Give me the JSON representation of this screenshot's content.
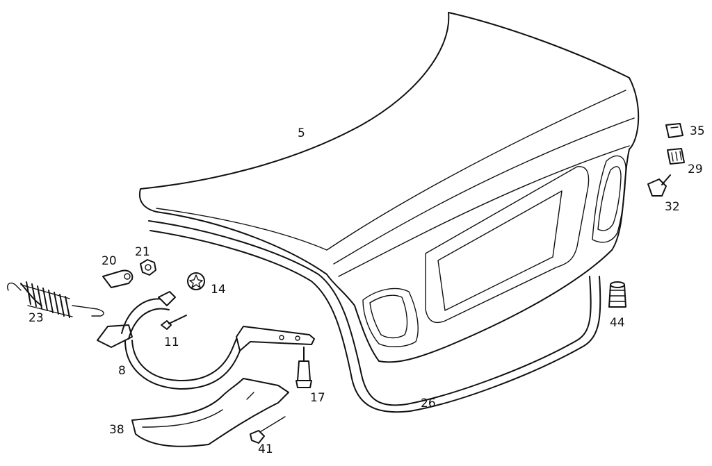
{
  "diagram": {
    "labels": {
      "trunk_lid": "5",
      "hinge": "8",
      "screw_11": "11",
      "clip_14": "14",
      "bolt_17": "17",
      "bracket_20": "20",
      "nut_21": "21",
      "spring": "23",
      "seal": "26",
      "nut_29": "29",
      "bolt_32": "32",
      "clip_35": "35",
      "trim_38": "38",
      "clip_41": "41",
      "buffer": "44"
    }
  }
}
